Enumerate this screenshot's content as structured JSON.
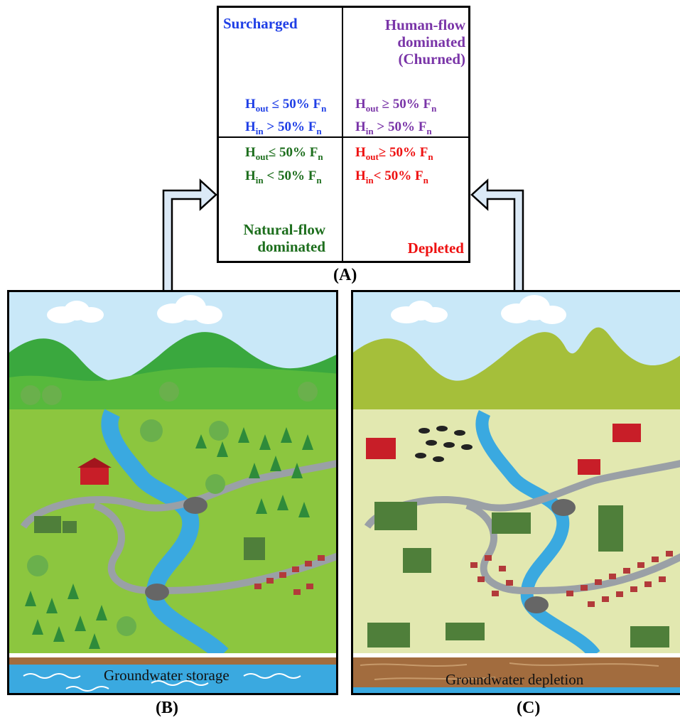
{
  "quadrant": {
    "surcharged": "Surcharged",
    "human_flow_line1": "Human-flow",
    "human_flow_line2": "dominated",
    "human_flow_line3": "(Churned)",
    "natural_flow_line1": "Natural-flow",
    "natural_flow_line2": "dominated",
    "depleted": "Depleted",
    "conditions": {
      "tl1": {
        "h": "H",
        "sub": "out",
        "rest": " ≤ 50% F",
        "fsub": "n"
      },
      "tl2": {
        "h": "H",
        "sub": "in",
        "rest": " > 50% F",
        "fsub": "n"
      },
      "tr1": {
        "h": "H",
        "sub": "out",
        "rest": " ≥ 50% F",
        "fsub": "n"
      },
      "tr2": {
        "h": "H",
        "sub": "in",
        "rest": " > 50% F",
        "fsub": "n"
      },
      "bl1": {
        "h": "H",
        "sub": "out",
        "rest": "≤ 50% F",
        "fsub": "n"
      },
      "bl2": {
        "h": "H",
        "sub": "in",
        "rest": " < 50% F",
        "fsub": "n"
      },
      "br1": {
        "h": "H",
        "sub": "out",
        "rest": "≥ 50% F",
        "fsub": "n"
      },
      "br2": {
        "h": "H",
        "sub": "in",
        "rest": "< 50% F",
        "fsub": "n"
      }
    }
  },
  "labels": {
    "a": "(A)",
    "b": "(B)",
    "c": "(C)"
  },
  "captions": {
    "b": "Groundwater storage",
    "c": "Groundwater depletion"
  },
  "colors": {
    "blue": "#1f3fe6",
    "purple": "#7a35a8",
    "green": "#1d6e1d",
    "red": "#ee1111",
    "river": "#3aa9e0",
    "sky": "#c9e8f8"
  }
}
